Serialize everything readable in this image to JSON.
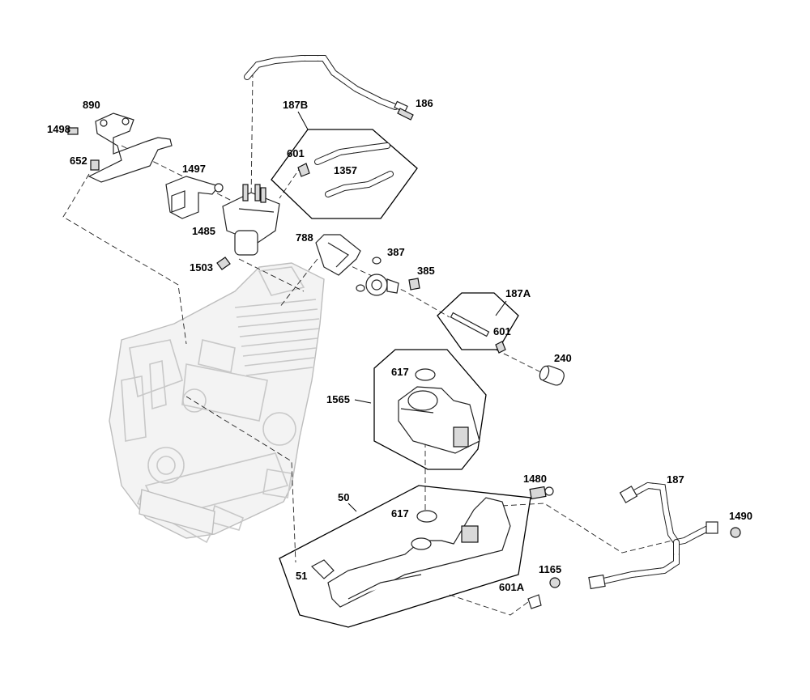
{
  "callouts": {
    "c890": "890",
    "c1498": "1498",
    "c652": "652",
    "c1497": "1497",
    "c1485": "1485",
    "c1503": "1503",
    "c187B": "187B",
    "c601top": "601",
    "c1357": "1357",
    "c186": "186",
    "c788": "788",
    "c387": "387",
    "c385": "385",
    "c187A": "187A",
    "c601mid": "601",
    "c240": "240",
    "c617top": "617",
    "c1565": "1565",
    "c50": "50",
    "c617bot": "617",
    "c51": "51",
    "c1480": "1480",
    "c187": "187",
    "c1490": "1490",
    "c1165": "1165",
    "c601A": "601A"
  }
}
